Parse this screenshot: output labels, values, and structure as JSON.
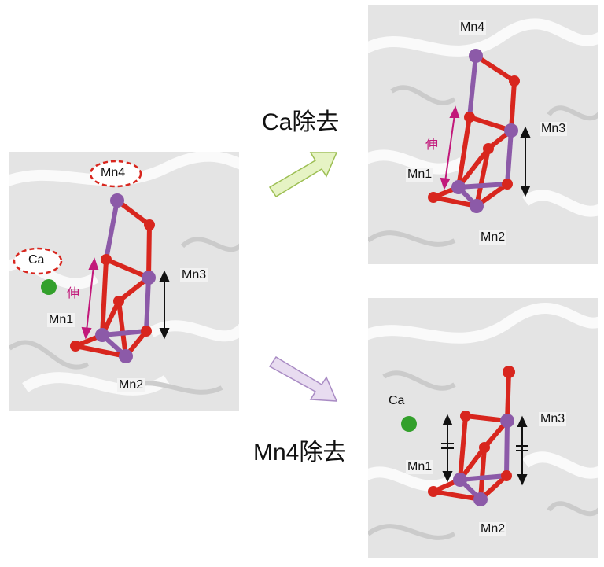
{
  "panels": {
    "intact": {
      "mn4": "Mn4",
      "ca": "Ca",
      "mn3": "Mn3",
      "mn1": "Mn1",
      "mn2": "Mn2",
      "stretch": "伸"
    },
    "ca_removed": {
      "mn4": "Mn4",
      "mn3": "Mn3",
      "mn1": "Mn1",
      "mn2": "Mn2",
      "stretch": "伸"
    },
    "mn4_removed": {
      "ca": "Ca",
      "mn3": "Mn3",
      "mn1": "Mn1",
      "mn2": "Mn2"
    }
  },
  "arrows": {
    "ca_removal": "Ca除去",
    "mn4_removal": "Mn4除去"
  },
  "colors": {
    "manganese": "#8c5aa8",
    "oxygen": "#d8261e",
    "calcium": "#33a02c",
    "stretch_arrow": "#c2187a",
    "dashed_highlight": "#d8261e",
    "ca_arrow_fill": "#e6f3c4",
    "mn4_arrow_fill": "#e8dcf0"
  }
}
